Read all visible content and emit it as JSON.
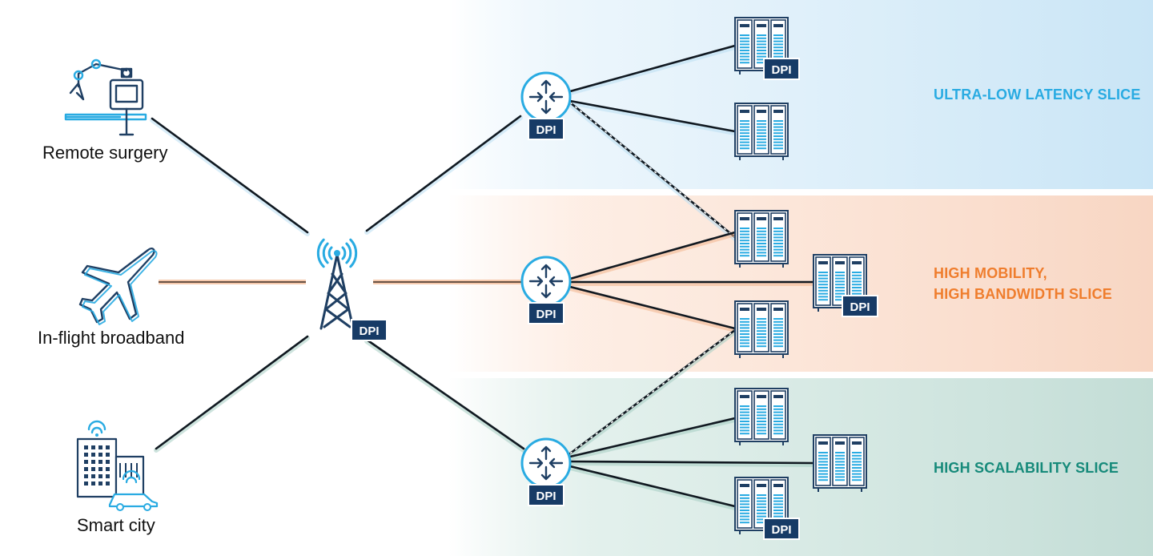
{
  "use_cases": [
    {
      "label": "Remote surgery",
      "icon": "robotic-arm-icon"
    },
    {
      "label": "In-flight broadband",
      "icon": "airplane-icon"
    },
    {
      "label": "Smart city",
      "icon": "smart-city-icon"
    }
  ],
  "slices": [
    {
      "lines": [
        "ULTRA-LOW LATENCY SLICE"
      ],
      "color": "#29abe2"
    },
    {
      "lines": [
        "HIGH MOBILITY,",
        "HIGH BANDWIDTH SLICE"
      ],
      "color": "#ef7d2d"
    },
    {
      "lines": [
        "HIGH SCALABILITY SLICE"
      ],
      "color": "#168a7a"
    }
  ],
  "dpi_label": "DPI",
  "colors": {
    "navy": "#1f3f63",
    "dpi_badge": "#173b66",
    "accent_blue": "#29abe2",
    "latency_band": "#d7ecfa",
    "mobility_band": "#fbe1d2",
    "scalability_band": "#d0e6e0"
  },
  "icons": {
    "tower": "cell-tower-icon",
    "router": "router-icon",
    "server": "server-rack-icon"
  }
}
